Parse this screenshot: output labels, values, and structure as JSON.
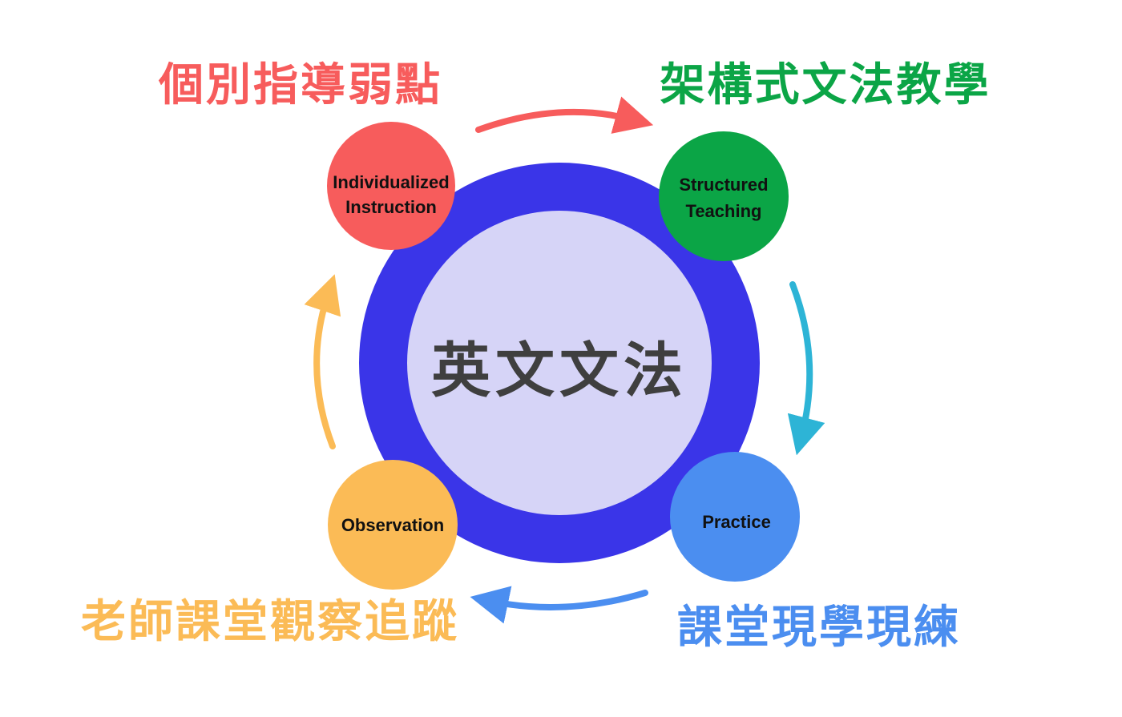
{
  "center": {
    "label": "英文文法",
    "outer_color": "#3a35e8",
    "inner_color": "#d6d4f7"
  },
  "nodes": [
    {
      "id": "individualized",
      "lines": [
        "Individualized",
        "Instruction"
      ],
      "color": "#f75c5c",
      "caption": "個別指導弱點"
    },
    {
      "id": "structured",
      "lines": [
        "Structured",
        "Teaching"
      ],
      "color": "#0ba546",
      "caption": "架構式文法教學"
    },
    {
      "id": "practice",
      "lines": [
        "Practice"
      ],
      "color": "#4b8ef0",
      "caption": "課堂現學現練"
    },
    {
      "id": "observation",
      "lines": [
        "Observation"
      ],
      "color": "#fbbb56",
      "caption": "老師課堂觀察追蹤"
    }
  ],
  "arrows": [
    {
      "from": "individualized",
      "to": "structured",
      "color": "#f75c5c"
    },
    {
      "from": "structured",
      "to": "practice",
      "color": "#2db4d6"
    },
    {
      "from": "practice",
      "to": "observation",
      "color": "#4b8ef0"
    },
    {
      "from": "observation",
      "to": "individualized",
      "color": "#fbbb56"
    }
  ]
}
